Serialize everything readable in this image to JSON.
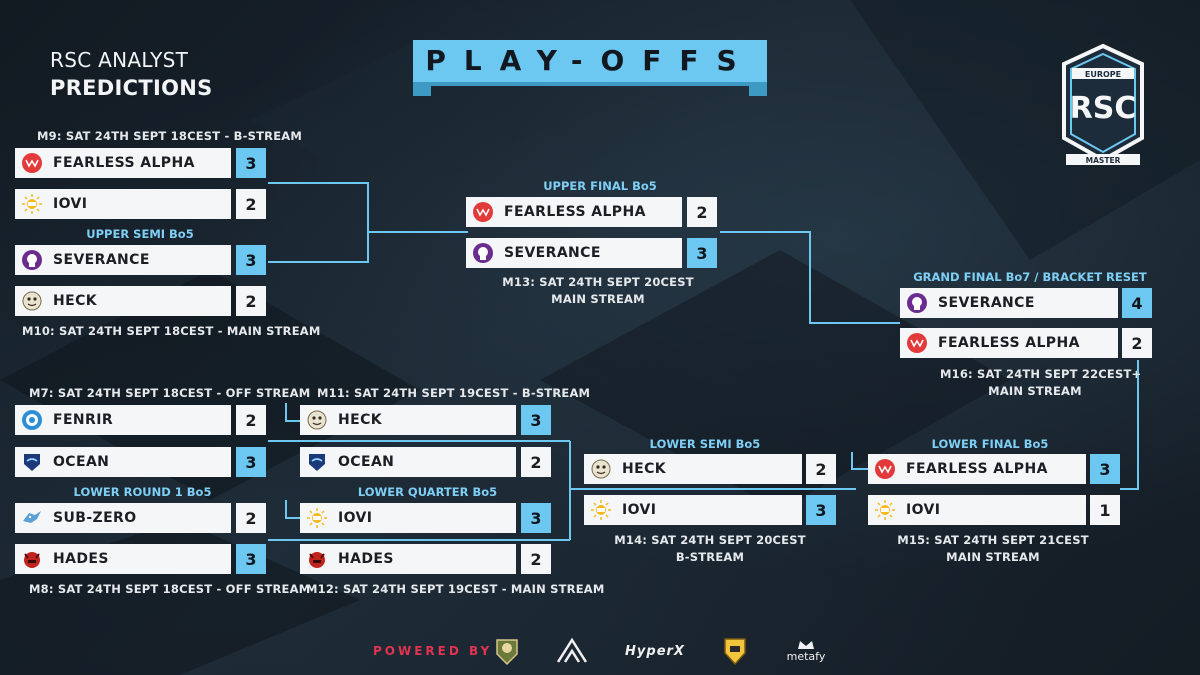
{
  "header": {
    "line1": "RSC ANALYST",
    "line2": "PREDICTIONS",
    "banner": "PLAY-OFFS"
  },
  "logo": {
    "top": "EUROPE",
    "main": "RSC",
    "bottom": "MASTER"
  },
  "stage_labels": {
    "upper_semi": "UPPER SEMI Bo5",
    "upper_final": "UPPER FINAL Bo5",
    "grand_final": "GRAND FINAL Bo7 / BRACKET RESET",
    "lower_round1": "LOWER ROUND 1 Bo5",
    "lower_quarter": "LOWER QUARTER Bo5",
    "lower_semi": "LOWER SEMI Bo5",
    "lower_final": "LOWER FINAL Bo5"
  },
  "match_info": {
    "m9": "M9: SAT 24TH SEPT 18CEST - B-STREAM",
    "m10": "M10: SAT 24TH SEPT 18CEST - MAIN STREAM",
    "m13_a": "M13: SAT 24TH SEPT 20CEST",
    "m13_b": "MAIN STREAM",
    "m16_a": "M16: SAT 24TH SEPT 22CEST+",
    "m16_b": "MAIN STREAM",
    "m7": "M7: SAT 24TH SEPT 18CEST - OFF STREAM",
    "m11": "M11: SAT 24TH SEPT 19CEST - B-STREAM",
    "m8": "M8: SAT 24TH SEPT 18CEST - OFF STREAM",
    "m12": "M12: SAT 24TH SEPT 19CEST - MAIN STREAM",
    "m14_a": "M14: SAT 24TH SEPT 20CEST",
    "m14_b": "B-STREAM",
    "m15_a": "M15: SAT 24TH SEPT 21CEST",
    "m15_b": "MAIN STREAM"
  },
  "matches": {
    "m9": [
      {
        "team": "FEARLESS ALPHA",
        "score": "3",
        "win": true
      },
      {
        "team": "IOVI",
        "score": "2",
        "win": false
      }
    ],
    "m10": [
      {
        "team": "SEVERANCE",
        "score": "3",
        "win": true
      },
      {
        "team": "HECK",
        "score": "2",
        "win": false
      }
    ],
    "m13": [
      {
        "team": "FEARLESS ALPHA",
        "score": "2",
        "win": false
      },
      {
        "team": "SEVERANCE",
        "score": "3",
        "win": true
      }
    ],
    "m16": [
      {
        "team": "SEVERANCE",
        "score": "4",
        "win": true
      },
      {
        "team": "FEARLESS ALPHA",
        "score": "2",
        "win": false
      }
    ],
    "m7": [
      {
        "team": "FENRIR",
        "score": "2",
        "win": false
      },
      {
        "team": "OCEAN",
        "score": "3",
        "win": true
      }
    ],
    "m8": [
      {
        "team": "SUB-ZERO",
        "score": "2",
        "win": false
      },
      {
        "team": "HADES",
        "score": "3",
        "win": true
      }
    ],
    "m11": [
      {
        "team": "HECK",
        "score": "3",
        "win": true
      },
      {
        "team": "OCEAN",
        "score": "2",
        "win": false
      }
    ],
    "m12": [
      {
        "team": "IOVI",
        "score": "3",
        "win": true
      },
      {
        "team": "HADES",
        "score": "2",
        "win": false
      }
    ],
    "m14": [
      {
        "team": "HECK",
        "score": "2",
        "win": false
      },
      {
        "team": "IOVI",
        "score": "3",
        "win": true
      }
    ],
    "m15": [
      {
        "team": "FEARLESS ALPHA",
        "score": "3",
        "win": true
      },
      {
        "team": "IOVI",
        "score": "1",
        "win": false
      }
    ]
  },
  "footer": {
    "powered_by": "POWERED BY",
    "sponsors": [
      "team-crest-logo",
      "ga-logo",
      "HyperX",
      "shield-logo",
      "metafy"
    ]
  },
  "colors": {
    "accent": "#6cc8f1",
    "card": "#f5f6f7",
    "powered": "#e2334f",
    "background": "#141c24"
  }
}
